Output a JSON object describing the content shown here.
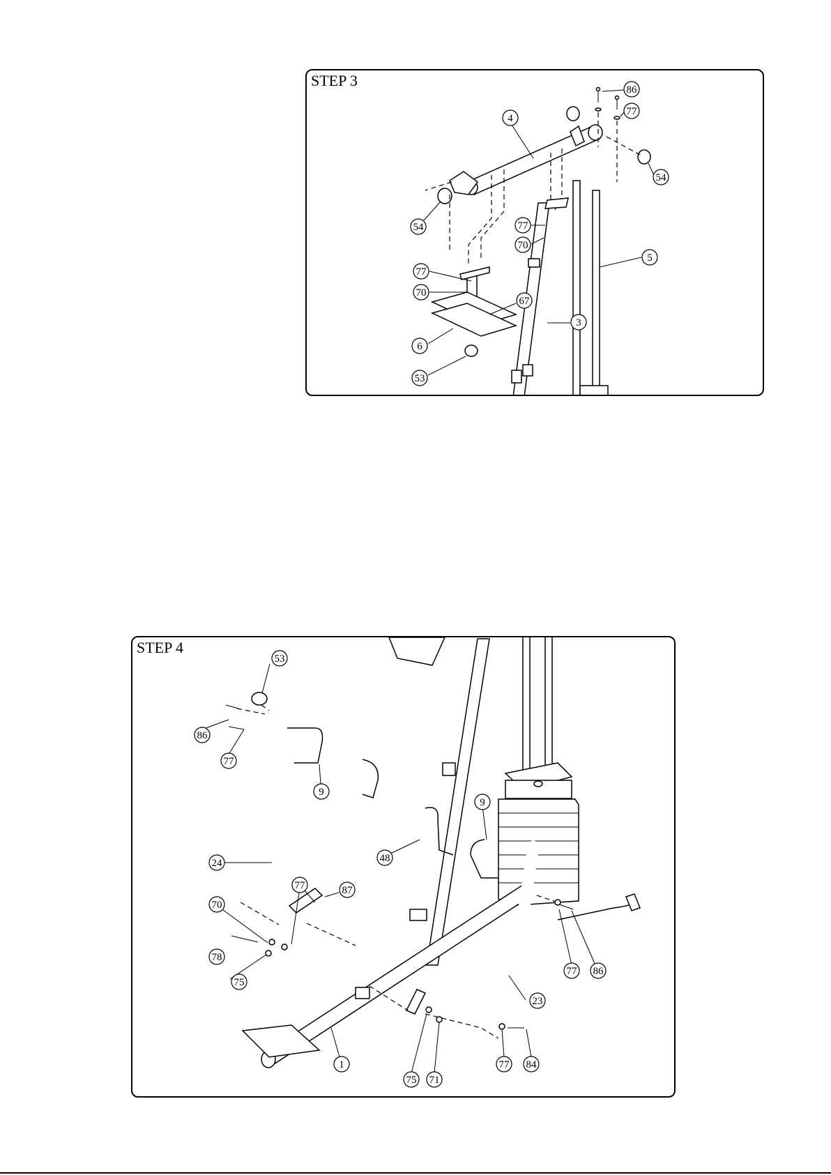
{
  "step3": {
    "title": "STEP 3",
    "callouts": [
      "86",
      "77",
      "4",
      "54",
      "54",
      "77",
      "70",
      "5",
      "77",
      "70",
      "67",
      "3",
      "6",
      "53"
    ]
  },
  "step4": {
    "title": "STEP 4",
    "callouts": [
      "53",
      "86",
      "77",
      "9",
      "48",
      "9",
      "24",
      "77",
      "87",
      "70",
      "78",
      "75",
      "77",
      "86",
      "23",
      "1",
      "75",
      "71",
      "77",
      "84"
    ]
  }
}
